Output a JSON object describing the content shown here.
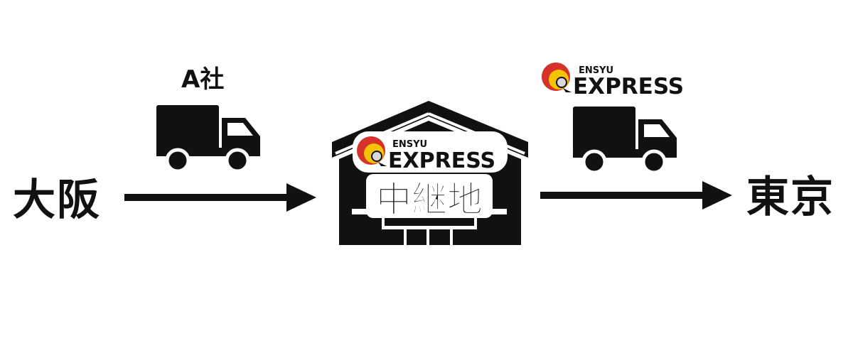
{
  "origin": "大阪",
  "destination": "東京",
  "relay": "中継地",
  "carrier_a": "A社",
  "logo": {
    "top": "ENSYU",
    "bottom": "EXPRESS"
  },
  "icons": [
    "truck-icon",
    "warehouse-icon",
    "arrow-right-icon",
    "ensyu-express-logo"
  ],
  "colors": {
    "ink": "#111111",
    "logo_red": "#d7312b",
    "logo_yellow": "#f4c400",
    "logo_gray": "#d8d8d8"
  }
}
